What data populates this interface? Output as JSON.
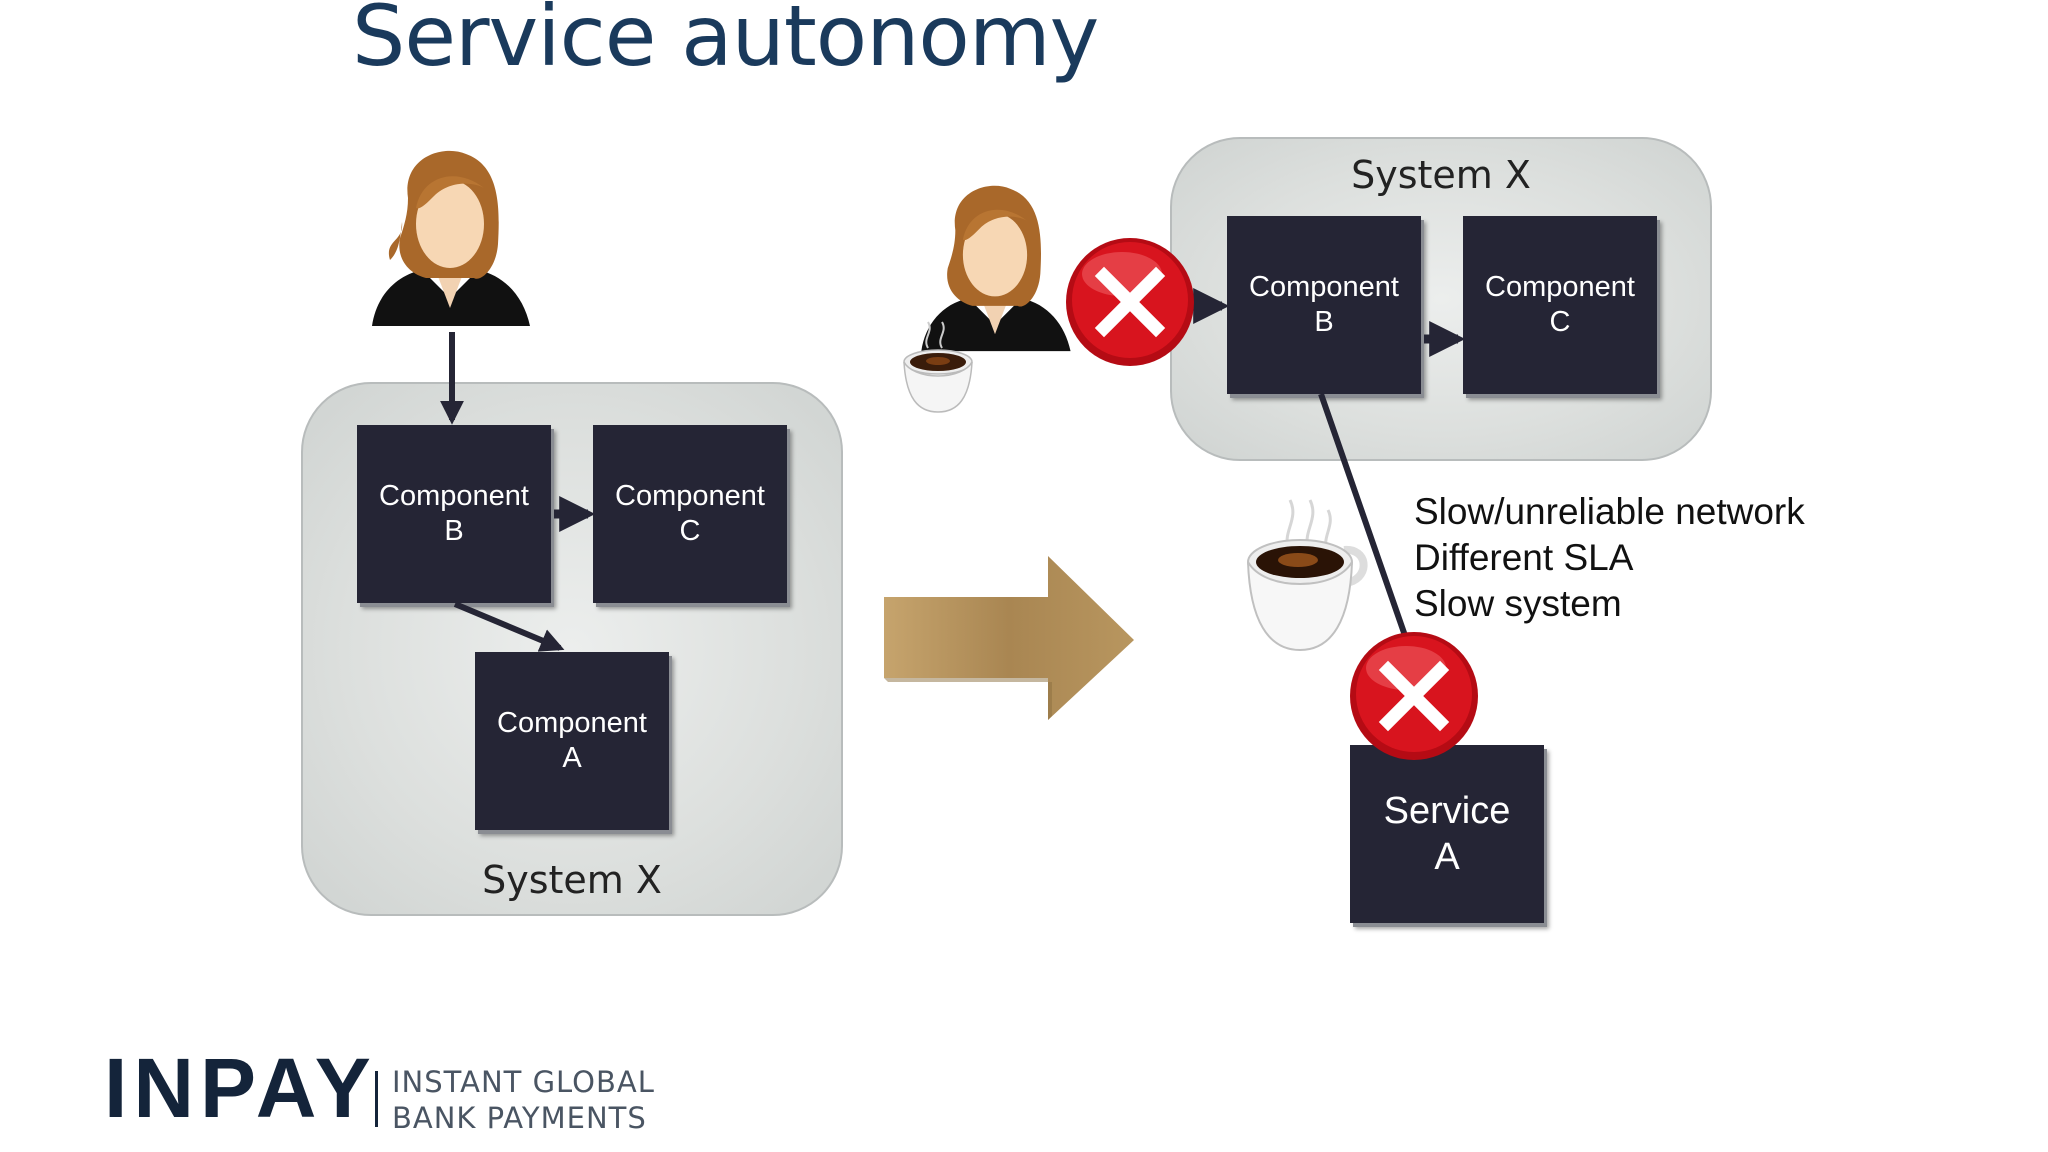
{
  "slide": {
    "title": "Service autonomy"
  },
  "left_system": {
    "label": "System X",
    "component_b": {
      "line1": "Component",
      "line2": "B"
    },
    "component_c": {
      "line1": "Component",
      "line2": "C"
    },
    "component_a": {
      "line1": "Component",
      "line2": "A"
    }
  },
  "right_system": {
    "label": "System X",
    "component_b": {
      "line1": "Component",
      "line2": "B"
    },
    "component_c": {
      "line1": "Component",
      "line2": "C"
    }
  },
  "service_a": {
    "line1": "Service",
    "line2": "A"
  },
  "notes": {
    "line1": "Slow/unreliable network",
    "line2": "Different SLA",
    "line3": "Slow system"
  },
  "logo": {
    "wordmark": "INPAY",
    "tagline_line1": "INSTANT GLOBAL",
    "tagline_line2": "BANK PAYMENTS"
  },
  "colors": {
    "title": "#1a3a5c",
    "component_fill": "#252535",
    "error_red": "#d4111b",
    "transition_arrow": "#a98a55",
    "logo": "#14243a"
  },
  "icons": [
    "user-icon",
    "coffee-cup-icon",
    "error-x-icon",
    "transition-arrow-icon"
  ]
}
